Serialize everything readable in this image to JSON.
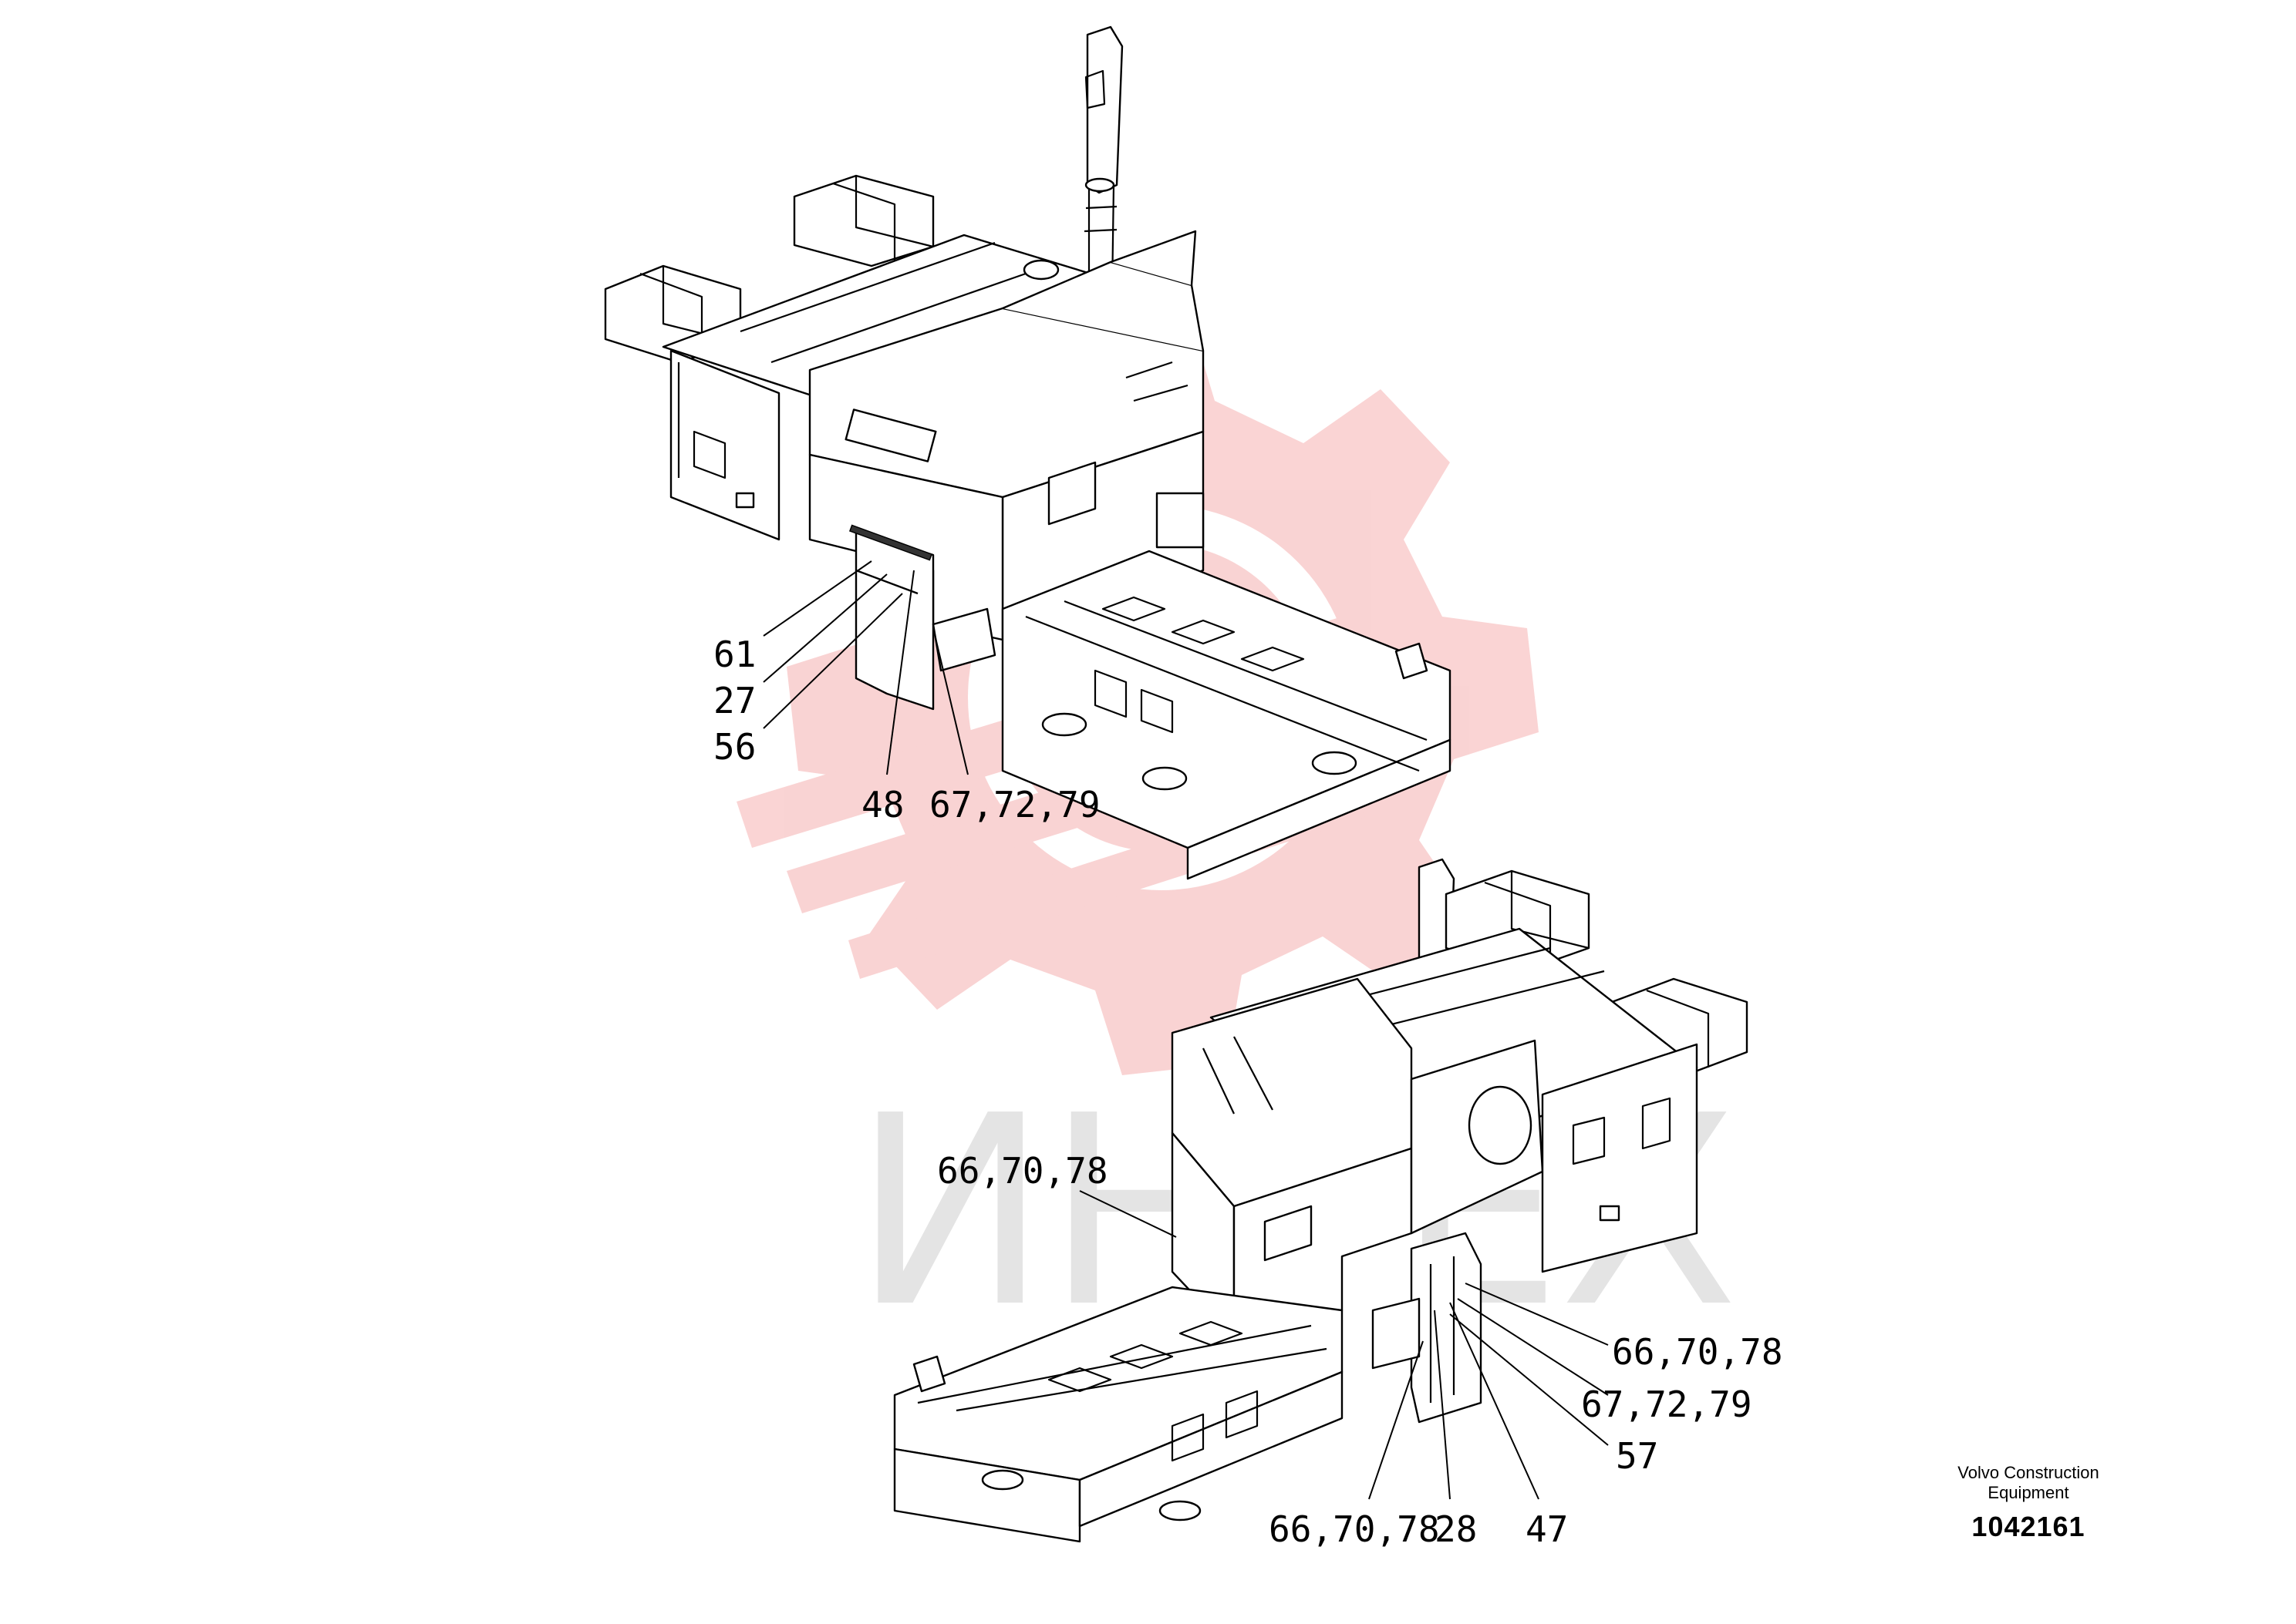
{
  "watermark": {
    "text": "ИНТЕХ",
    "gear_color": "#f9cfcf",
    "text_color": "#e4e4e4"
  },
  "top_assembly": {
    "callouts": [
      "61",
      "27",
      "56",
      "48",
      "67,72,79"
    ]
  },
  "bottom_assembly": {
    "callouts": [
      "66,70,78",
      "66,70,78",
      "67,72,79",
      "57",
      "66,70,78",
      "28",
      "47"
    ]
  },
  "footer": {
    "brand_line1": "Volvo Construction",
    "brand_line2": "Equipment",
    "document_number": "1042161"
  }
}
